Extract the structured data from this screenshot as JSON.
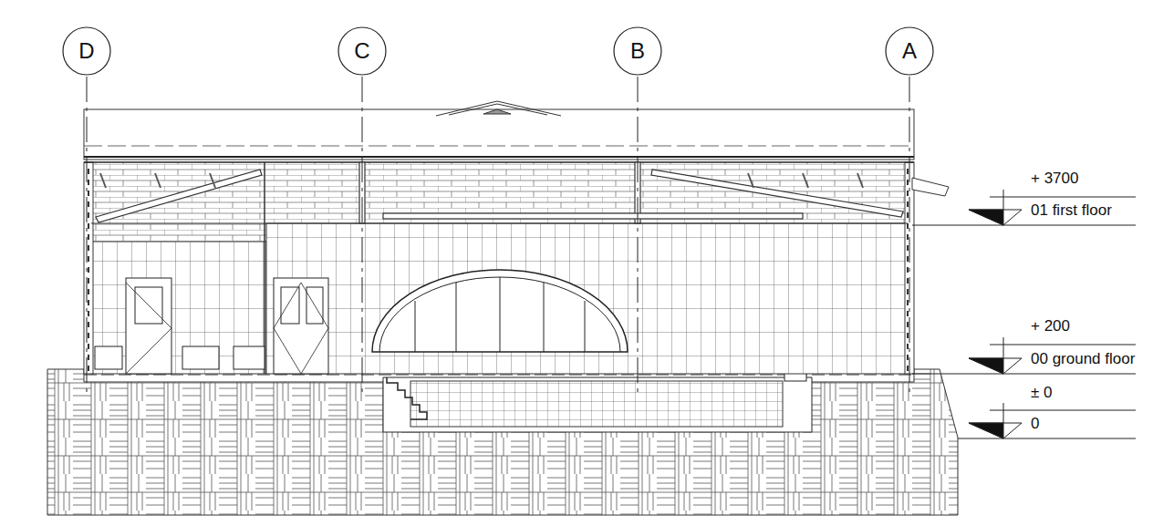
{
  "diagram": {
    "nodes": [
      {
        "text": [
          "D"
        ]
      },
      {
        "text": [
          "C"
        ]
      },
      {
        "text": [
          "B"
        ]
      },
      {
        "text": [
          "A"
        ]
      }
    ],
    "labels": [
      "+ 3700",
      "01 first floor",
      "+ 200",
      "00 ground floor",
      "± 0",
      "0"
    ]
  }
}
